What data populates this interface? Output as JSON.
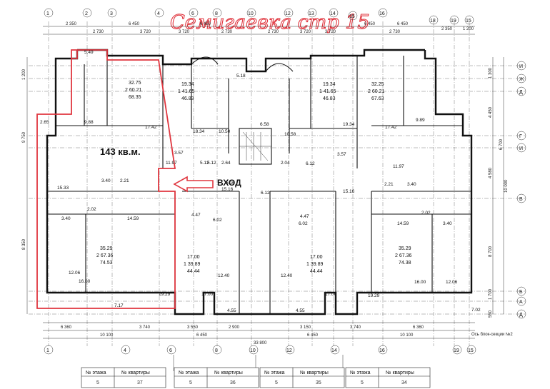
{
  "title_handwritten": "Семигаевка стр 15",
  "highlight_area": "143 кв.м.",
  "entrance_label": "ВХОД",
  "axes_top": [
    "1",
    "2",
    "3",
    "4",
    "6",
    "8",
    "10",
    "12",
    "13",
    "14",
    "15",
    "16",
    "18",
    "19",
    "15"
  ],
  "axes_bottom": [
    "1",
    "4",
    "6",
    "8",
    "10",
    "12",
    "14",
    "16",
    "19",
    "15"
  ],
  "axes_right": [
    "И",
    "Ж",
    "Д",
    "Г",
    "И",
    "В",
    "Б",
    "А",
    "Д"
  ],
  "dims_top": [
    "2 350",
    "6 450",
    "2 730",
    "3 720",
    "3 720",
    "2 730",
    "6 450",
    "6 450",
    "2 730",
    "3 720",
    "3 720",
    "2 730",
    "6 450",
    "2 350",
    "1 200"
  ],
  "dims_bottom": [
    "6 360",
    "3 740",
    "3 550",
    "2 900",
    "3 150",
    "3 740",
    "6 360",
    "10 100",
    "6 450",
    "6 450",
    "10 100",
    "33 800",
    "Ось блок-секции №2"
  ],
  "dims_left": [
    "1 200",
    "9 750",
    "8 350"
  ],
  "dims_right": [
    "1 300",
    "4 450",
    "6 700",
    "4 580",
    "10 000",
    "8 700",
    "1 700",
    "550"
  ],
  "apartments": {
    "a1": {
      "line1": "32.75",
      "line2": "2 60.21",
      "line3": "68.35"
    },
    "a2": {
      "line1": "19.34",
      "line2": "1 41.65",
      "line3": "46.83"
    },
    "a3": {
      "line1": "19.34",
      "line2": "1 41.65",
      "line3": "46.83"
    },
    "a4": {
      "line1": "32.25",
      "line2": "2 60.21",
      "line3": "67.63"
    },
    "a5": {
      "line1": "35.29",
      "line2": "2 67.36",
      "line3": "74.53"
    },
    "a6": {
      "line1": "17.00",
      "line2": "1 39.89",
      "line3": "44.44"
    },
    "a7": {
      "line1": "17.00",
      "line2": "1 39.89",
      "line3": "44.44"
    },
    "a8": {
      "line1": "35.29",
      "line2": "2 67.36",
      "line3": "74.38"
    }
  },
  "room_labels": [
    "5.49",
    "9.88",
    "17.42",
    "2.65",
    "5.18",
    "18.34",
    "10.50",
    "6.58",
    "10.58",
    "19.34",
    "17.42",
    "9.89",
    "3.57",
    "5.12",
    "2.64",
    "2.04",
    "6.12",
    "3.57",
    "11.97",
    "3.40",
    "2.21",
    "15.33",
    "15.16",
    "6.12",
    "15.16",
    "11.97",
    "2.21",
    "3.40",
    "2.02",
    "4.47",
    "4.47",
    "2.02",
    "3.40",
    "14.59",
    "6.02",
    "6.02",
    "14.59",
    "3.40",
    "12.40",
    "12.40",
    "16.00",
    "19.29",
    "17.00",
    "17.00",
    "19.29",
    "4.55",
    "4.55",
    "7.17",
    "7.02",
    "12.06",
    "12.06",
    "16.00",
    "5.16",
    "5.12"
  ],
  "table": {
    "header_floor": "№ этажа",
    "header_apt": "№ квартиры",
    "rows": [
      {
        "floor": "5",
        "apt": "37"
      },
      {
        "floor": "5",
        "apt": "36"
      },
      {
        "floor": "5",
        "apt": "35"
      },
      {
        "floor": "5",
        "apt": "34"
      }
    ]
  }
}
